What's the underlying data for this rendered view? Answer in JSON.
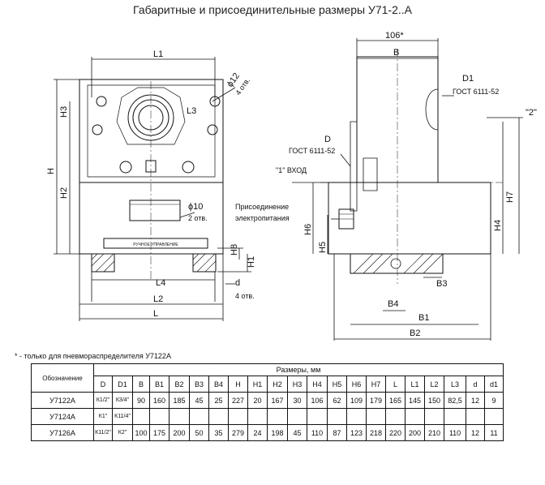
{
  "title": "Габаритные и присоединительные размеры У71-2..А",
  "front_view": {
    "labels": {
      "L1": "L1",
      "L3": "L3",
      "H3": "H3",
      "H": "H",
      "H2": "H2",
      "H8": "H8",
      "H1": "H1",
      "L4": "L4",
      "L2": "L2",
      "L": "L",
      "d": "d",
      "d_holes": "4 отв.",
      "phi12": "ϕ12",
      "phi12_holes": "4 отв.",
      "phi10": "ϕ10",
      "phi10_holes": "2 отв.",
      "plate_text": "РУЧНОЕ УПРАВЛЕНИЕ"
    }
  },
  "side_view": {
    "labels": {
      "dim106": "106*",
      "B": "B",
      "D1": "D1",
      "gost1": "ГОСТ 6111-52",
      "D": "D",
      "gost2": "ГОСТ 6111-52",
      "inlet": "\"1\" ВХОД",
      "port2": "\"2\"",
      "power1": "Присоединение",
      "power2": "электропитания",
      "H6": "H6",
      "H5": "H5",
      "H7": "H7",
      "H4": "H4",
      "B3": "B3",
      "B4": "B4",
      "B1": "B1",
      "B2": "B2"
    }
  },
  "footnote": "* - только для пневмораспределителя У7122А",
  "table": {
    "row_header": "Обозначение",
    "group_header": "Размеры, мм",
    "columns": [
      "D",
      "D1",
      "B",
      "B1",
      "B2",
      "B3",
      "B4",
      "H",
      "H1",
      "H2",
      "H3",
      "H4",
      "H5",
      "H6",
      "H7",
      "L",
      "L1",
      "L2",
      "L3",
      "d",
      "d1"
    ],
    "rows": [
      {
        "name": "У7122А",
        "values": [
          "К1/2\"",
          "К3/4\"",
          "90",
          "160",
          "185",
          "45",
          "25",
          "227",
          "20",
          "167",
          "30",
          "106",
          "62",
          "109",
          "179",
          "165",
          "145",
          "150",
          "82,5",
          "12",
          "9"
        ]
      },
      {
        "name": "У7124А",
        "values": [
          "К1\"",
          "К11/4\"",
          "",
          "",
          "",
          "",
          "",
          "",
          "",
          "",
          "",
          "",
          "",
          "",
          "",
          "",
          "",
          "",
          "",
          "",
          ""
        ]
      },
      {
        "name": "У7126А",
        "values": [
          "К11/2\"",
          "К2\"",
          "100",
          "175",
          "200",
          "50",
          "35",
          "279",
          "24",
          "198",
          "45",
          "110",
          "87",
          "123",
          "218",
          "220",
          "200",
          "210",
          "110",
          "12",
          "11"
        ]
      }
    ]
  }
}
